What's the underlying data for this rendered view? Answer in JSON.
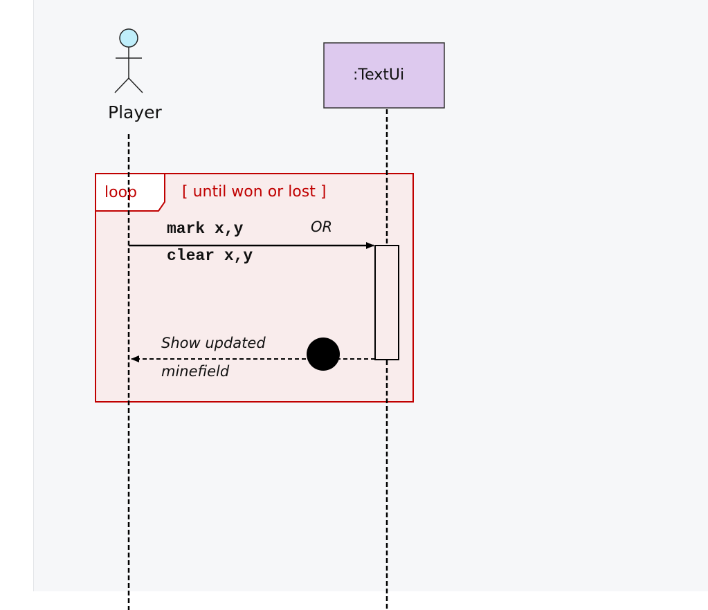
{
  "actor": {
    "name": "Player",
    "icon": "stick-figure-icon"
  },
  "lifeline": {
    "title": ":TextUi"
  },
  "loop_frame": {
    "operator": "loop",
    "guard": "[ until won or lost ]"
  },
  "call_message": {
    "line1_code": "mark x,y",
    "line1_or": "OR",
    "line2_code": "clear x,y"
  },
  "return_message": {
    "line1": "Show updated",
    "line2": "minefield"
  },
  "colors": {
    "frame_border": "#c00000",
    "frame_fill": "#f9ecec",
    "lifeline_box": "#ddc9ee",
    "actor_head": "#bfeefa"
  }
}
